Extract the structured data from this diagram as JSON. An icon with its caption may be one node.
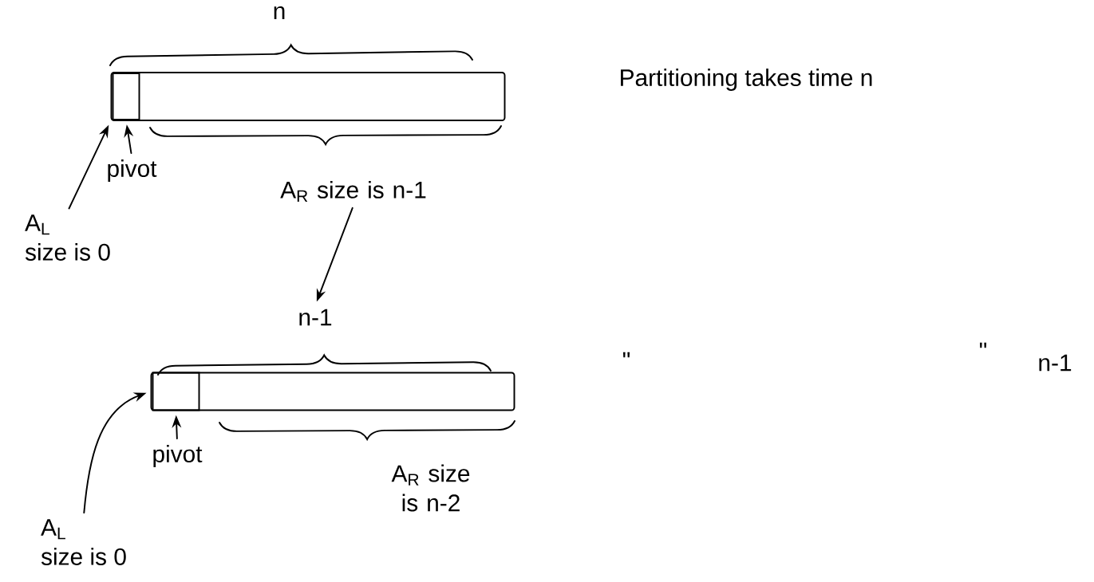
{
  "diagram": {
    "nodes": [
      {
        "text": [],
        "shape": "bar"
      },
      {
        "text": [],
        "shape": "box",
        "in": 0
      },
      {
        "text": [
          "pivot"
        ]
      },
      {
        "text": [
          "A$_{L}$",
          "size is 0"
        ]
      },
      {
        "text": [],
        "shape": "bar"
      },
      {
        "text": [],
        "shape": "box",
        "in": 4
      },
      {
        "text": [
          "pivot"
        ]
      },
      {
        "text": [
          "A$_{L}$",
          "size is 0"
        ]
      },
      {
        "text": [
          "A$_{R}$ size is n-1"
        ]
      },
      {
        "text": [
          "n-1"
        ]
      }
    ],
    "edges": [
      {
        "from": 2,
        "to": 1,
        "arrow": "to"
      },
      {
        "from": 3,
        "to": 0,
        "arrow": "to"
      },
      {
        "from": 8,
        "to": 9,
        "arrow": "to"
      },
      {
        "from": 6,
        "to": 5,
        "arrow": "to"
      },
      {
        "from": 7,
        "to": 4,
        "arrow": "to"
      }
    ],
    "labels": [
      "n",
      "Partitioning takes time n",
      "\"",
      "\"",
      "n-1",
      "A$_{R}$ size is n-2"
    ]
  }
}
